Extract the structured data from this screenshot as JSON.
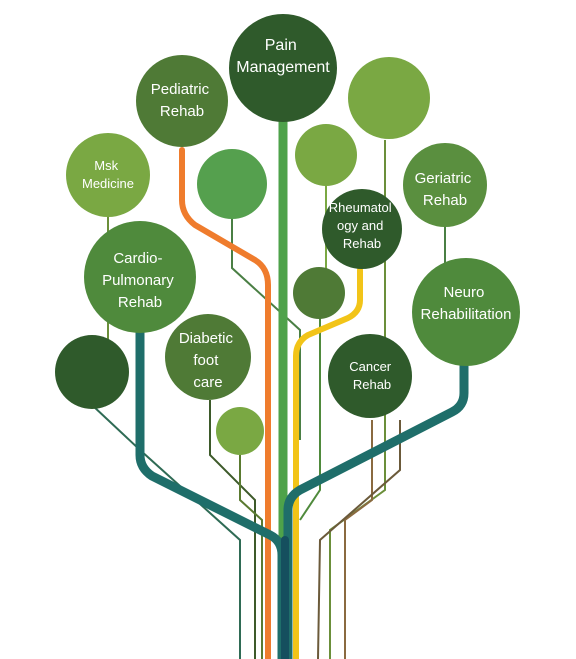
{
  "colors": {
    "dark_green": "#2f5a2b",
    "mid_green": "#4f8a3c",
    "light_green": "#7aa843",
    "bright_green": "#5aa44e",
    "orange": "#ef7c2d",
    "yellow": "#f2c418",
    "teal": "#1f6e6a",
    "navy_teal": "#154f5e",
    "brown": "#6b5a3a",
    "branch_green": "#4a7f44"
  },
  "nodes": {
    "pain": [
      "Pain",
      "Management"
    ],
    "pediatric": [
      "Pediatric",
      "Rehab"
    ],
    "msk": [
      "Msk",
      "Medicine"
    ],
    "cardio": [
      "Cardio-",
      "Pulmonary",
      "Rehab"
    ],
    "diabetic": [
      "Diabetic",
      "foot",
      "care"
    ],
    "rheumatology": [
      "Rheumatol",
      "ogy and",
      "Rehab"
    ],
    "geriatric": [
      "Geriatric",
      "Rehab"
    ],
    "neuro": [
      "Neuro",
      "Rehabilitation"
    ],
    "cancer": [
      "Cancer",
      "Rehab"
    ]
  }
}
